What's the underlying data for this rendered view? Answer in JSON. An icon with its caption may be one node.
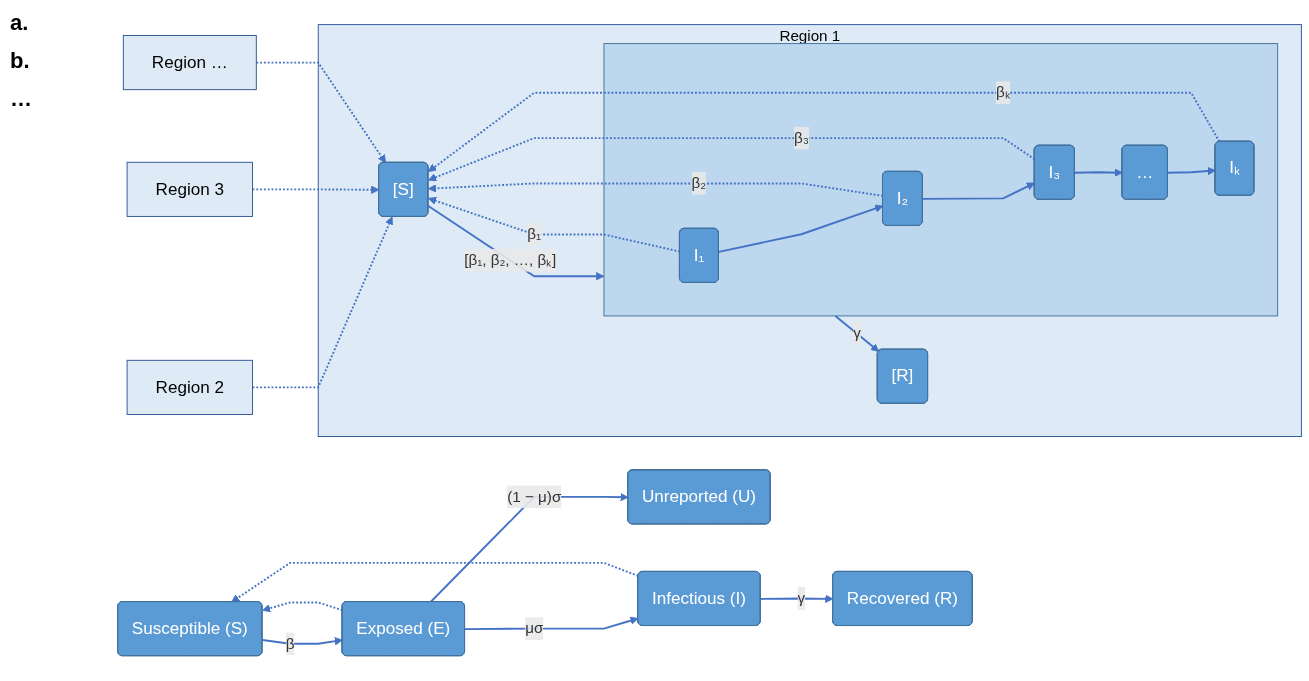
{
  "diagram": {
    "nodes": [
      {
        "text": [
          "Susceptible (S)"
        ]
      },
      {
        "text": [
          "Exposed (E)"
        ]
      },
      {
        "text": [
          "Unreported (U)"
        ]
      },
      {
        "text": [
          "Infectious (I)"
        ]
      },
      {
        "text": [
          "Recovered (R)"
        ]
      },
      {
        "text": [
          "Region 2"
        ]
      },
      {
        "text": [
          "Region 3"
        ]
      },
      {
        "text": [
          "Region …"
        ]
      },
      {
        "text": [
          "Region 1"
        ]
      },
      {
        "text": [
          "[S]"
        ],
        "in": 8
      },
      {
        "text": [],
        "shape": "box",
        "in": 8
      },
      {
        "text": [
          "I₁"
        ],
        "in": 10
      },
      {
        "text": [
          "I₂"
        ],
        "in": 10
      },
      {
        "text": [
          "I₃"
        ],
        "in": 10
      },
      {
        "text": [
          "…"
        ],
        "in": 10
      },
      {
        "text": [
          "Iₖ"
        ],
        "in": 10
      },
      {
        "text": [
          "[R]"
        ],
        "in": 8
      }
    ],
    "edges": [
      {
        "from": 0,
        "to": 1,
        "arrow": "to",
        "label": "β"
      },
      {
        "from": 1,
        "to": 2,
        "arrow": "to",
        "label": "(1 − μ)σ"
      },
      {
        "from": 1,
        "to": 3,
        "arrow": "to",
        "label": "μσ"
      },
      {
        "from": 3,
        "to": 4,
        "arrow": "to",
        "label": "γ"
      },
      {
        "from": 3,
        "to": 0,
        "arrow": "to",
        "style": "dashed"
      },
      {
        "from": 1,
        "to": 0,
        "arrow": "to",
        "style": "dashed"
      },
      {
        "from": 5,
        "to": 9,
        "arrow": "to",
        "style": "dashed"
      },
      {
        "from": 6,
        "to": 9,
        "arrow": "to",
        "style": "dashed"
      },
      {
        "from": 7,
        "to": 9,
        "arrow": "to",
        "style": "dashed"
      },
      {
        "from": 9,
        "to": 10,
        "arrow": "to",
        "label": "[β₁, β₂, …, βₖ]"
      },
      {
        "from": 11,
        "to": 12,
        "arrow": "to"
      },
      {
        "from": 12,
        "to": 13,
        "arrow": "to"
      },
      {
        "from": 13,
        "to": 14,
        "arrow": "to"
      },
      {
        "from": 14,
        "to": 15,
        "arrow": "to"
      },
      {
        "from": 10,
        "to": 16,
        "arrow": "to",
        "label": "γ"
      },
      {
        "from": 11,
        "to": 9,
        "arrow": "to",
        "style": "dashed",
        "label": "β₁"
      },
      {
        "from": 12,
        "to": 9,
        "arrow": "to",
        "style": "dashed",
        "label": "β₂"
      },
      {
        "from": 13,
        "to": 9,
        "arrow": "to",
        "style": "dashed",
        "label": "β₃"
      },
      {
        "from": 15,
        "to": 9,
        "arrow": "to",
        "style": "dashed",
        "label": "βₖ"
      }
    ],
    "labels": [
      "a.",
      "b.",
      "…"
    ]
  }
}
